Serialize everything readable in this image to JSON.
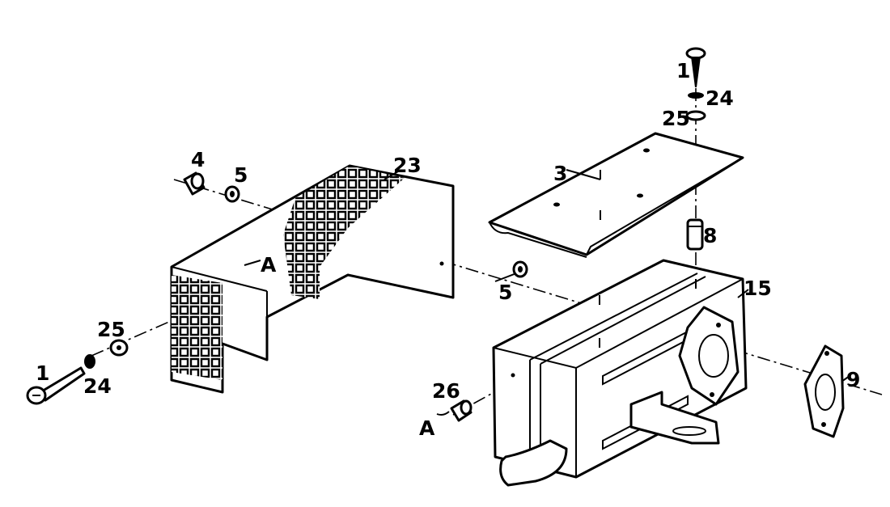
{
  "diagram": {
    "callouts": [
      {
        "id": "c1a",
        "text": "1"
      },
      {
        "id": "c24a",
        "text": "24"
      },
      {
        "id": "c25a",
        "text": "25"
      },
      {
        "id": "c3",
        "text": "3"
      },
      {
        "id": "c8",
        "text": "8"
      },
      {
        "id": "c15",
        "text": "15"
      },
      {
        "id": "c4",
        "text": "4"
      },
      {
        "id": "c5a",
        "text": "5"
      },
      {
        "id": "c23",
        "text": "23"
      },
      {
        "id": "cA1",
        "text": "A"
      },
      {
        "id": "c5b",
        "text": "5"
      },
      {
        "id": "c25b",
        "text": "25"
      },
      {
        "id": "c1b",
        "text": "1"
      },
      {
        "id": "c24b",
        "text": "24"
      },
      {
        "id": "c26",
        "text": "26"
      },
      {
        "id": "cA2",
        "text": "A"
      },
      {
        "id": "c9",
        "text": "9"
      }
    ]
  }
}
